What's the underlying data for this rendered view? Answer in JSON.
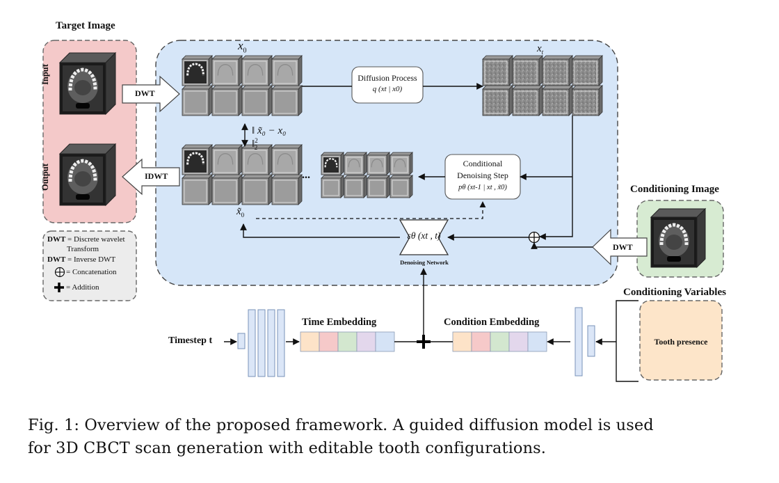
{
  "target_panel": {
    "title": "Target Image",
    "input_label": "Input",
    "output_label": "Output"
  },
  "legend": {
    "items": [
      {
        "symbol": "DWT",
        "symbol_rest": " = Discrete wavelet",
        "continuation": "Transform"
      },
      {
        "symbol": "DWT",
        "symbol_rest": " = Inverse DWT"
      },
      {
        "icon": "concatenation",
        "text": "= Concatenation"
      },
      {
        "icon": "addition",
        "text": "= Addition"
      }
    ]
  },
  "arrows": {
    "dwt_left": "DWT",
    "idwt": "IDWT",
    "dwt_right": "DWT"
  },
  "latents": {
    "x0": "x",
    "x0_sub": "0",
    "xt": "x",
    "xt_sub": "t",
    "x0_tilde": "x̃",
    "x0_tilde_sub": "0",
    "ellipsis": "..."
  },
  "loss": {
    "text": "‖ x̃₀ − x₀ ‖",
    "sup": "2",
    "sub": "2"
  },
  "diffusion_box": {
    "line1": "Diffusion Process",
    "line2": "q (xt | x0)"
  },
  "denoise_box": {
    "line1": "Conditional",
    "line2": "Denoising Step",
    "line3": "pθ (xt-1 | xt , x̃0)"
  },
  "network": {
    "formula": "εθ (xt , t)",
    "label": "Denoising Network"
  },
  "conditioning_image": {
    "title": "Conditioning Image"
  },
  "conditioning_variables": {
    "title": "Conditioning Variables",
    "box_text": "Tooth presence"
  },
  "embeddings": {
    "timestep": "Timestep t",
    "time_title": "Time Embedding",
    "condition_title": "Condition Embedding",
    "cell_colors": [
      "#fde3c8",
      "#f6c9c9",
      "#d3e7cf",
      "#e3d7ec",
      "#d5e3f6"
    ]
  },
  "colors": {
    "blue_panel": "#d6e6f8",
    "pink_panel": "#f4c9c9",
    "green_panel": "#d7ebd2",
    "orange_panel": "#fde5c9",
    "legend_panel": "#ececec",
    "stack_bar": "#dbe6f7"
  },
  "caption": {
    "line1": "Fig. 1: Overview of the proposed framework. A guided diffusion model is used",
    "line2": "for 3D CBCT scan generation with editable tooth configurations."
  }
}
